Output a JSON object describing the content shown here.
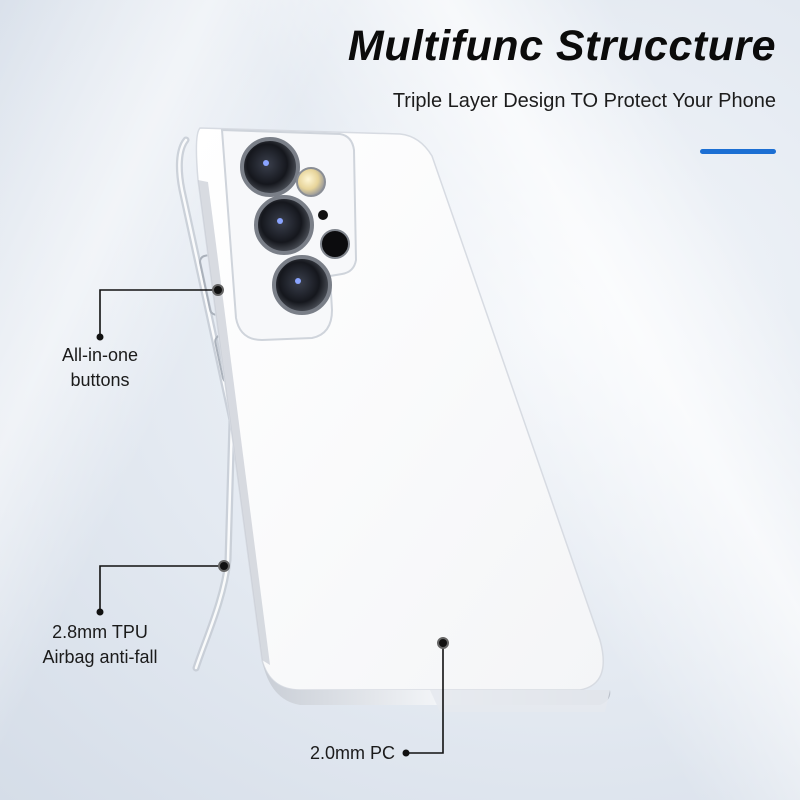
{
  "header": {
    "title": "Multifunc Struccture",
    "subtitle": "Triple Layer Design TO Protect Your Phone",
    "accent_color": "#1c6fd3"
  },
  "callouts": [
    {
      "id": "buttons",
      "lines": [
        "All-in-one",
        "buttons"
      ]
    },
    {
      "id": "tpu",
      "lines": [
        "2.8mm TPU",
        "Airbag anti-fall"
      ]
    },
    {
      "id": "pc",
      "lines": [
        "2.0mm PC"
      ]
    }
  ],
  "product": {
    "name": "clear-phone-case",
    "camera_lenses": 3
  }
}
